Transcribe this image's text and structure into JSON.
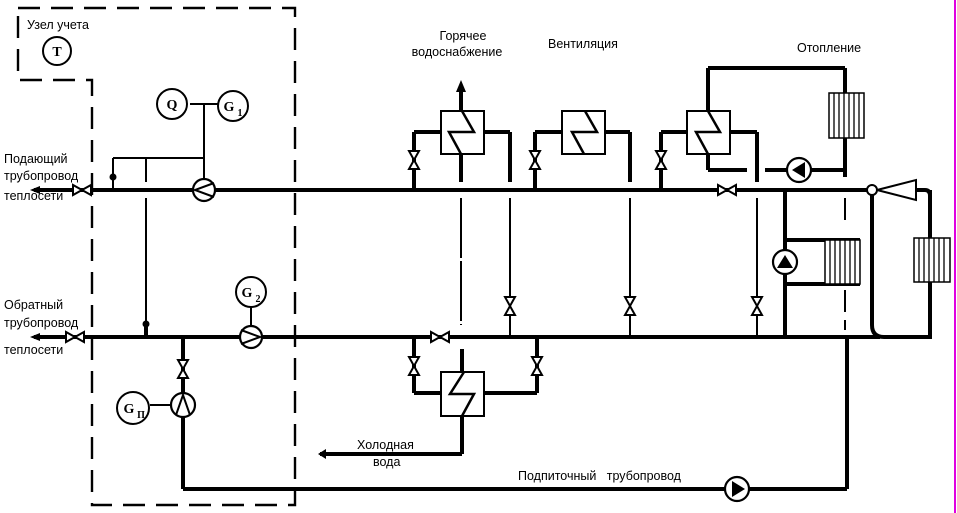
{
  "labels": {
    "metering_unit": "Узел учета",
    "supply_pipeline": [
      "Подающий",
      "трубопровод",
      "теплосети"
    ],
    "return_pipeline": [
      "Обратный",
      "трубопровод",
      "теплосети"
    ],
    "hot_water": [
      "Горячее",
      "водоснабжение"
    ],
    "ventilation": "Вентиляция",
    "heating": "Отопление",
    "cold_water": [
      "Холодная",
      "вода"
    ],
    "makeup_pipeline": "Подпиточный   трубопровод"
  },
  "instruments": {
    "temperature": {
      "symbol": "T",
      "sub": ""
    },
    "heat": {
      "symbol": "Q",
      "sub": ""
    },
    "flow_supply": {
      "symbol": "G",
      "sub": "1"
    },
    "flow_return": {
      "symbol": "G",
      "sub": "2"
    },
    "flow_makeup": {
      "symbol": "G",
      "sub": "П"
    }
  },
  "colors": {
    "line": "#000000",
    "background": "#ffffff",
    "edge_marker": "#e000e0"
  }
}
